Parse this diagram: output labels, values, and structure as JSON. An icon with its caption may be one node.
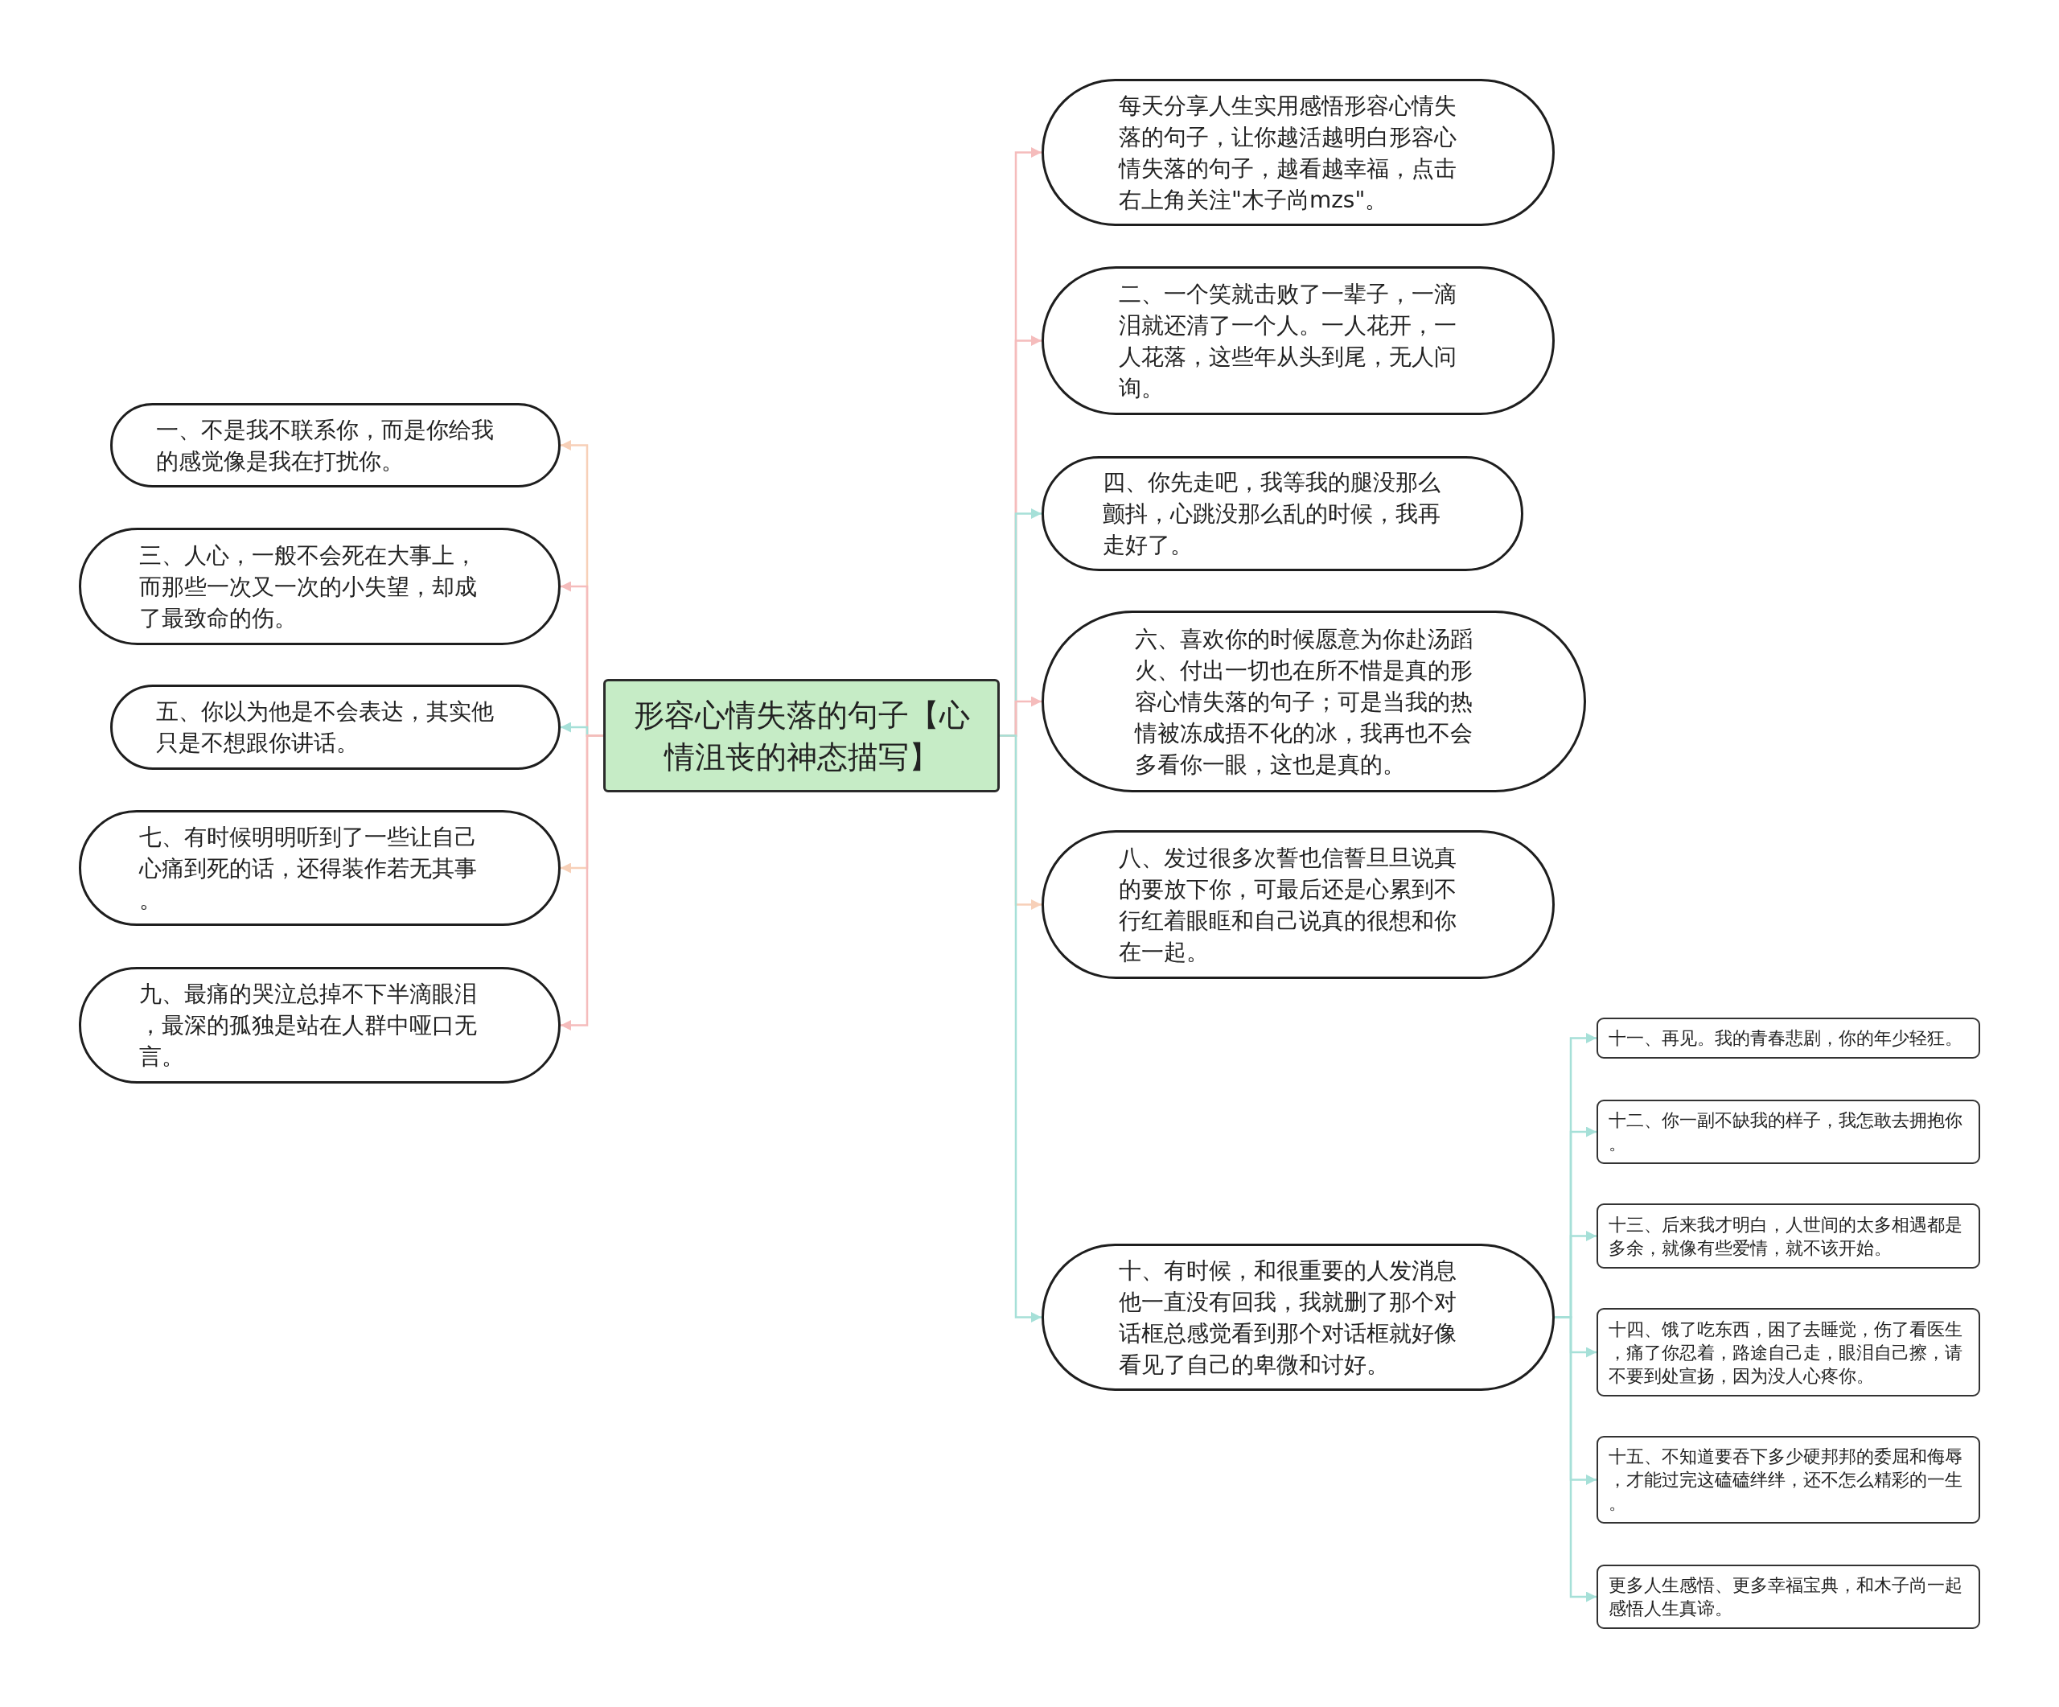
{
  "diagram": {
    "nodes": [
      {
        "text": [
          "形容心情失落的句子【心情沮丧的神态描写】"
        ]
      },
      {
        "text": [
          "每天分享人生实用感悟形容心情失落的句子，让你越活越明白形容心情失落的句子，越看越幸福，点击右上角关注\"木子尚mzs\"。"
        ]
      },
      {
        "text": [
          "一、不是我不联系你，而是你给我的感觉像是我在打扰你。"
        ]
      },
      {
        "text": [
          "二、一个笑就击败了一辈子，一滴泪就还清了一个人。一人花开，一人花落，这些年从头到尾，无人问询。"
        ]
      },
      {
        "text": [
          "三、人心，一般不会死在大事上，而那些一次又一次的小失望，却成了最致命的伤。"
        ]
      },
      {
        "text": [
          "四、你先走吧，我等我的腿没那么颤抖，心跳没那么乱的时候，我再走好了。"
        ]
      },
      {
        "text": [
          "五、你以为他是不会表达，其实他只是不想跟你讲话。"
        ]
      },
      {
        "text": [
          "六、喜欢你的时候愿意为你赴汤蹈火、付出一切也在所不惜是真的形容心情失落的句子；可是当我的热情被冻成捂不化的冰，我再也不会多看你一眼，这也是真的。"
        ]
      },
      {
        "text": [
          "七、有时候明明听到了一些让自己心痛到死的话，还得装作若无其事。"
        ]
      },
      {
        "text": [
          "八、发过很多次誓也信誓旦旦说真的要放下你，可最后还是心累到不行红着眼眶和自己说真的很想和你在一起。"
        ]
      },
      {
        "text": [
          "九、最痛的哭泣总掉不下半滴眼泪，最深的孤独是站在人群中哑口无言。"
        ]
      },
      {
        "text": [
          "十、有时候，和很重要的人发消息他一直没有回我，我就删了那个对话框总感觉看到那个对话框就好像看见了自己的卑微和讨好。"
        ]
      },
      {
        "text": [
          "十一、再见。我的青春悲剧，你的年少轻狂。"
        ]
      },
      {
        "text": [
          "十二、你一副不缺我的样子，我怎敢去拥抱你。"
        ]
      },
      {
        "text": [
          "十三、后来我才明白，人世间的太多相遇都是多余，就像有些爱情，就不该开始。"
        ]
      },
      {
        "text": [
          "十四、饿了吃东西，困了去睡觉，伤了看医生，痛了你忍着，路途自己走，眼泪自己擦，请不要到处宣扬，因为没人心疼你。"
        ]
      },
      {
        "text": [
          "十五、不知道要吞下多少硬邦邦的委屈和侮辱，才能过完这磕磕绊绊，还不怎么精彩的一生。"
        ]
      },
      {
        "text": [
          "更多人生感悟、更多幸福宝典，和木子尚一起感悟人生真谛。"
        ]
      }
    ],
    "edges": [
      {
        "from": 0,
        "to": 1,
        "arrow": "to",
        "color": "#f5bcbc"
      },
      {
        "from": 0,
        "to": 2,
        "arrow": "to",
        "color": "#f7d0b8"
      },
      {
        "from": 0,
        "to": 3,
        "arrow": "to",
        "color": "#f5bcbc"
      },
      {
        "from": 0,
        "to": 4,
        "arrow": "to",
        "color": "#f5bcbc"
      },
      {
        "from": 0,
        "to": 5,
        "arrow": "to"
      },
      {
        "from": 0,
        "to": 6,
        "arrow": "to"
      },
      {
        "from": 0,
        "to": 7,
        "arrow": "to",
        "color": "#f5bcbc"
      },
      {
        "from": 0,
        "to": 8,
        "arrow": "to",
        "color": "#f7d0b8"
      },
      {
        "from": 0,
        "to": 9,
        "arrow": "to",
        "color": "#f7d0b8"
      },
      {
        "from": 0,
        "to": 10,
        "arrow": "to",
        "color": "#f5bcbc"
      },
      {
        "from": 0,
        "to": 11,
        "arrow": "to"
      },
      {
        "from": 11,
        "to": 12,
        "arrow": "to"
      },
      {
        "from": 11,
        "to": 13,
        "arrow": "to"
      },
      {
        "from": 11,
        "to": 14,
        "arrow": "to"
      },
      {
        "from": 11,
        "to": 15,
        "arrow": "to"
      },
      {
        "from": 11,
        "to": 16,
        "arrow": "to"
      },
      {
        "from": 11,
        "to": 17,
        "arrow": "to"
      }
    ]
  }
}
